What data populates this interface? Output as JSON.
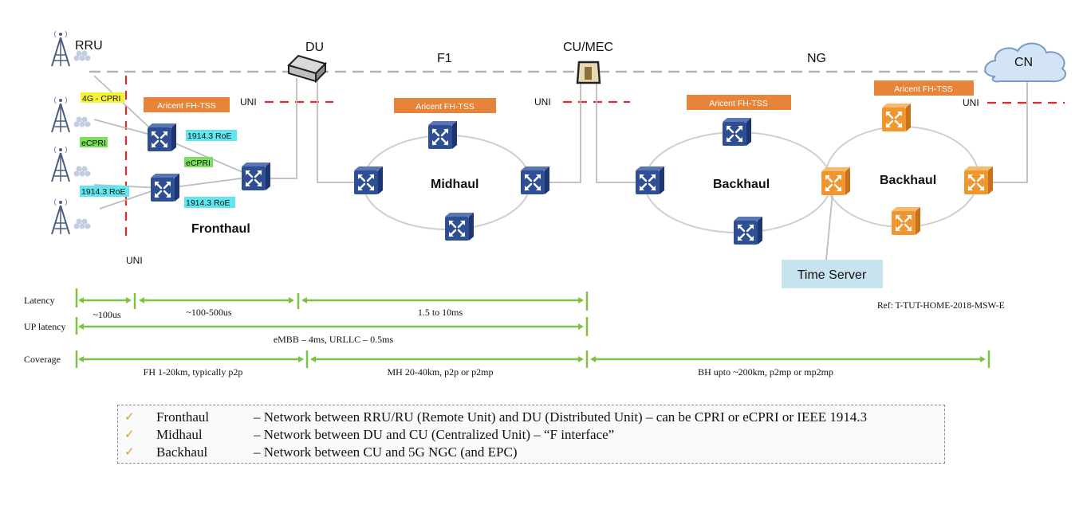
{
  "labels": {
    "rru": "RRU",
    "du": "DU",
    "f1": "F1",
    "cu_mec": "CU/MEC",
    "ng": "NG",
    "cn": "CN",
    "uni": "UNI",
    "fronthaul": "Fronthaul",
    "midhaul": "Midhaul",
    "backhaul": "Backhaul",
    "time_server": "Time Server",
    "ref": "Ref: T-TUT-HOME-2018-MSW-E"
  },
  "tags": {
    "fh_tss": "Aricent FH-TSS",
    "cpri_4g": "4G - CPRI",
    "ecpri": "eCPRI",
    "roe": "1914.3 RoE"
  },
  "metrics": {
    "latency": "Latency",
    "up_latency": "UP latency",
    "coverage": "Coverage",
    "lat_1": "~100us",
    "lat_2": "~100-500us",
    "lat_3": "1.5 to 10ms",
    "up_lat": "eMBB – 4ms, URLLC – 0.5ms",
    "cov_fh": "FH 1-20km, typically p2p",
    "cov_mh": "MH 20-40km, p2p or p2mp",
    "cov_bh": "BH  upto ~200km, p2mp or mp2mp"
  },
  "legend": [
    {
      "term": "Fronthaul",
      "desc": "– Network between RRU/RU (Remote Unit) and DU (Distributed Unit) – can be CPRI or eCPRI or IEEE 1914.3"
    },
    {
      "term": "Midhaul",
      "desc": "– Network between DU and CU (Centralized Unit) – “F interface”"
    },
    {
      "term": "Backhaul",
      "desc": "– Network between CU and 5G NGC (and EPC)"
    }
  ],
  "colors": {
    "orange": "#f0962f",
    "tss": "#e8833a",
    "blue": "#2e4f95",
    "green": "#7dc242",
    "red": "#e8282b",
    "cyan": "#5fe6ef",
    "lime": "#78e05a",
    "yellow": "#f6f236"
  }
}
